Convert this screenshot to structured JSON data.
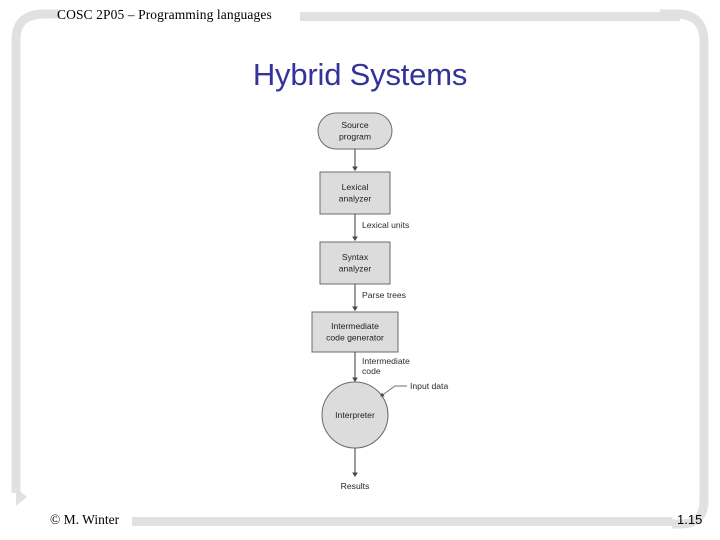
{
  "header": {
    "course_line": "COSC 2P05 – Programming languages"
  },
  "title": {
    "text": "Hybrid Systems",
    "color": "#333399"
  },
  "diagram": {
    "name": "hybrid-implementation-system-diagram",
    "nodes": {
      "source_program_line1": "Source",
      "source_program_line2": "program",
      "lexical_analyzer_line1": "Lexical",
      "lexical_analyzer_line2": "analyzer",
      "syntax_analyzer_line1": "Syntax",
      "syntax_analyzer_line2": "analyzer",
      "intermediate_code_generator_line1": "Intermediate",
      "intermediate_code_generator_line2": "code generator",
      "interpreter": "Interpreter"
    },
    "edge_labels": {
      "lexical_units": "Lexical units",
      "parse_trees": "Parse trees",
      "intermediate_code_line1": "Intermediate",
      "intermediate_code_line2": "code",
      "input_data": "Input data",
      "results": "Results"
    },
    "colors": {
      "node_fill": "#dcdcdc",
      "node_stroke": "#6b6b6b",
      "arrow": "#4a4a4a"
    }
  },
  "footer": {
    "copyright": "© M. Winter",
    "page_number": "1.15"
  },
  "frame": {
    "color": "#e1e1e1"
  }
}
